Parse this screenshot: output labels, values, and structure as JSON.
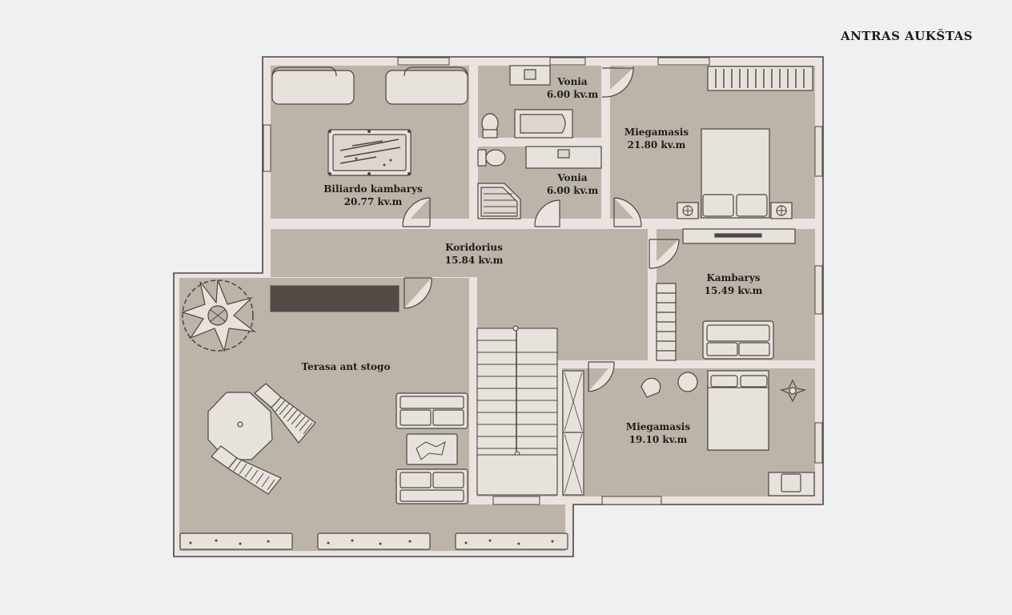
{
  "floor_title": "ANTRAS AUKŠTAS",
  "rooms": {
    "biliard": {
      "name": "Biliardo kambarys",
      "area": "20.77 kv.m"
    },
    "bath1": {
      "name": "Vonia",
      "area": "6.00 kv.m"
    },
    "bath2": {
      "name": "Vonia",
      "area": "6.00 kv.m"
    },
    "bed1": {
      "name": "Miegamasis",
      "area": "21.80 kv.m"
    },
    "corridor": {
      "name": "Koridorius",
      "area": "15.84 kv.m"
    },
    "room": {
      "name": "Kambarys",
      "area": "15.49 kv.m"
    },
    "terrace": {
      "name": "Terasa ant stogo",
      "area": ""
    },
    "bed2": {
      "name": "Miegamasis",
      "area": "19.10 kv.m"
    }
  },
  "colors": {
    "background": "#eef0f2",
    "wall": "#eae3df",
    "floor": "#bcb4a8",
    "furniture_fill": "#e8e2dd",
    "outline": "#4d4541",
    "dark_counter": "#544b47"
  }
}
